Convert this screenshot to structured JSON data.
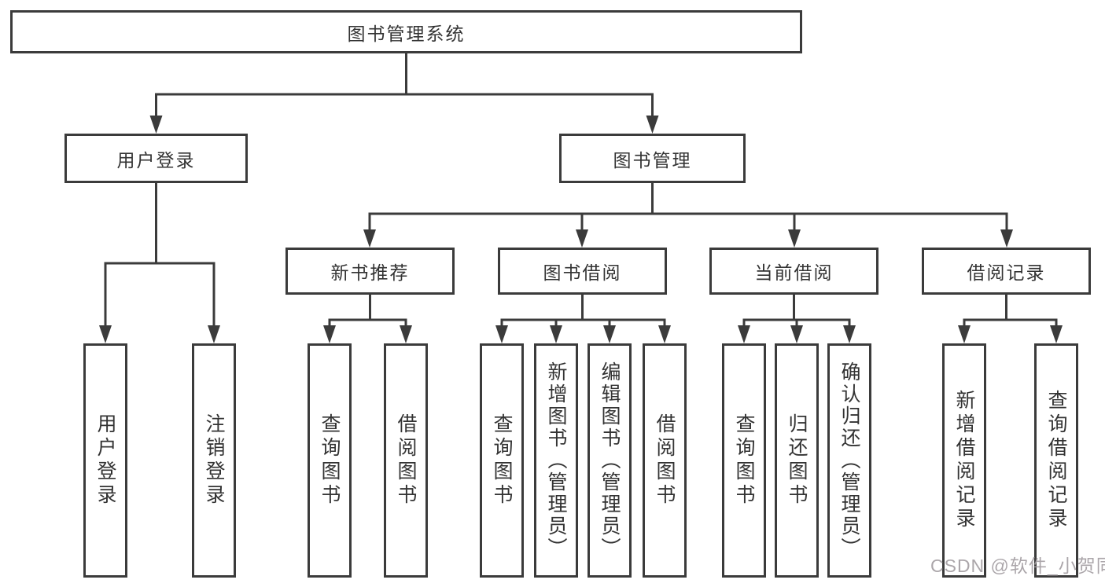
{
  "diagram": {
    "root_label": "图书管理系统",
    "level2": [
      {
        "label": "用户登录",
        "children": [
          "用户登录",
          "注销登录"
        ]
      },
      {
        "label": "图书管理",
        "children": [
          {
            "label": "新书推荐",
            "children": [
              "查询图书",
              "借阅图书"
            ]
          },
          {
            "label": "图书借阅",
            "children": [
              "查询图书",
              "新增图书（管理员）",
              "编辑图书（管理员）",
              "借阅图书"
            ]
          },
          {
            "label": "当前借阅",
            "children": [
              "查询图书",
              "归还图书",
              "确认归还（管理员）"
            ]
          },
          {
            "label": "借阅记录",
            "children": [
              "新增借阅记录",
              "查询借阅记录"
            ]
          }
        ]
      }
    ],
    "watermark": "CSDN @软件_小贺同学",
    "colors": {
      "line": "#3b3b3b",
      "background": "#ffffff",
      "text": "#333333",
      "watermark": "#a39da1"
    }
  }
}
